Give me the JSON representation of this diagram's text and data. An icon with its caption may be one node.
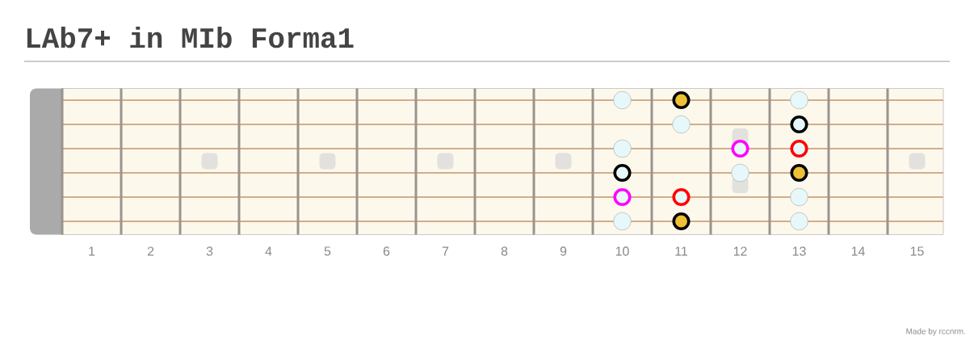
{
  "diagram": {
    "title": "LAb7+ in MIb Forma1",
    "nodes": [
      {
        "text": [],
        "shape": "circle"
      },
      {
        "text": [],
        "shape": "circle"
      },
      {
        "text": [],
        "shape": "circle"
      },
      {
        "text": [],
        "shape": "circle"
      },
      {
        "text": [],
        "shape": "circle"
      },
      {
        "text": [],
        "shape": "circle"
      },
      {
        "text": [],
        "shape": "circle"
      },
      {
        "text": [],
        "shape": "circle"
      },
      {
        "text": [],
        "shape": "circle"
      },
      {
        "text": [],
        "shape": "circle"
      },
      {
        "text": [],
        "shape": "circle"
      },
      {
        "text": [],
        "shape": "circle"
      },
      {
        "text": [],
        "shape": "circle"
      },
      {
        "text": [],
        "shape": "circle"
      },
      {
        "text": [],
        "shape": "circle"
      },
      {
        "text": [],
        "shape": "circle"
      },
      {
        "text": [],
        "shape": "circle"
      }
    ],
    "labels": [
      "1",
      "2",
      "3",
      "4",
      "5",
      "6",
      "7",
      "8",
      "9",
      "10",
      "11",
      "12",
      "13",
      "14",
      "15",
      "Made by rccnrm."
    ]
  }
}
